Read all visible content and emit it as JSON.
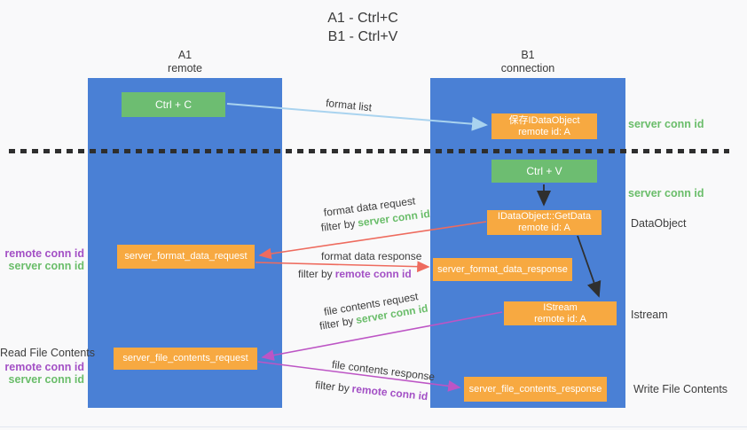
{
  "title": {
    "line1": "A1 - Ctrl+C",
    "line2": "B1 - Ctrl+V"
  },
  "lifelines": {
    "a1": {
      "name": "A1",
      "role": "remote"
    },
    "b1": {
      "name": "B1",
      "role": "connection"
    }
  },
  "nodes": {
    "ctrl_c": {
      "label": "Ctrl + C"
    },
    "save_idataobject": {
      "title": "保存IDataObject",
      "subtitle": "remote id: A"
    },
    "ctrl_v": {
      "label": "Ctrl + V"
    },
    "getdata": {
      "title": "IDataObject::GetData",
      "subtitle": "remote id: A"
    },
    "server_format_data_request": {
      "label": "server_format_data_request"
    },
    "server_format_data_response": {
      "label": "server_format_data_response"
    },
    "istream": {
      "title": "IStream",
      "subtitle": "remote id: A"
    },
    "server_file_contents_request": {
      "label": "server_file_contents_request"
    },
    "server_file_contents_response": {
      "label": "server_file_contents_response"
    }
  },
  "side_labels": {
    "server_conn_id_top": "server conn id",
    "server_conn_id_mid": "server conn id",
    "dataobject": "DataObject",
    "istream": "Istream",
    "write_file_contents": "Write File Contents",
    "read_file_contents": "Read File Contents",
    "remote_conn_id_format": "remote conn id",
    "server_conn_id_format": "server conn id",
    "remote_conn_id_file": "remote conn id",
    "server_conn_id_file": "server conn id"
  },
  "arrow_labels": {
    "format_list": "format list",
    "format_data_request": "format data request",
    "format_data_response": "format data response",
    "file_contents_request": "file contents request",
    "file_contents_response": "file contents response",
    "filter_by": "filter by",
    "server_conn_id": "server conn id",
    "remote_conn_id": "remote conn id"
  },
  "colors": {
    "lifeline_blue": "#4a80d5",
    "node_green": "#6dbd71",
    "node_orange": "#f7a941",
    "arrow_red": "#ee6b5e",
    "arrow_light_blue": "#a9d3ef",
    "arrow_magenta": "#bd55c5",
    "arrow_black": "#2f2f2f",
    "text_green": "#6abd6a",
    "text_purple": "#a350c5",
    "text_dark": "#3d3d3d"
  }
}
